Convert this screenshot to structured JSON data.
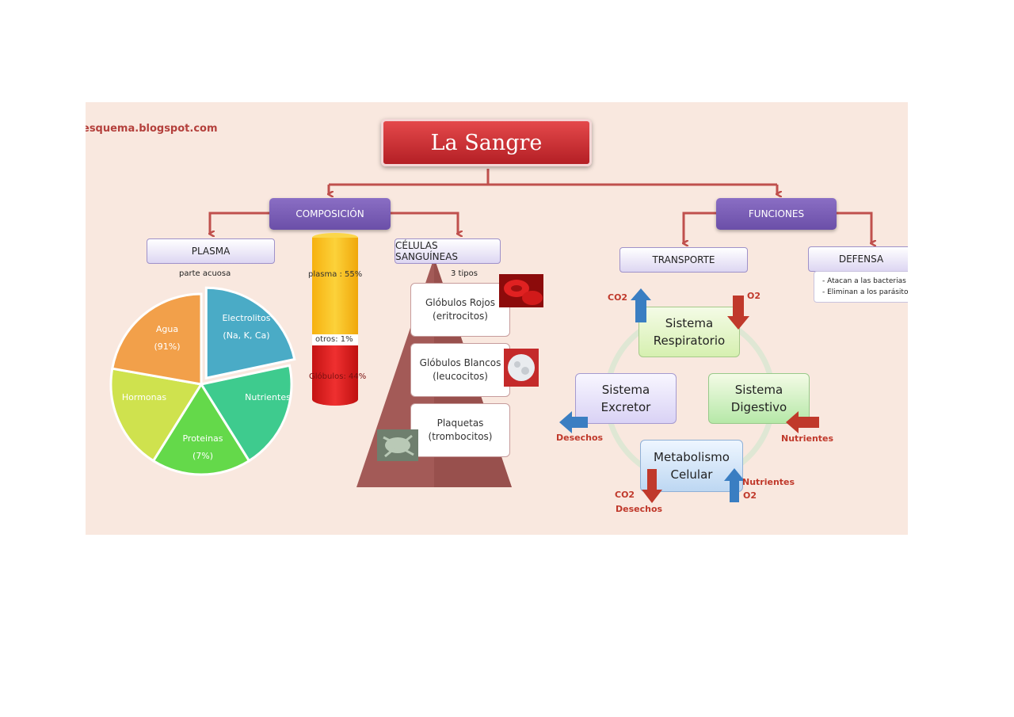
{
  "watermark": "esquema.blogspot.com",
  "title": "La Sangre",
  "composicion": {
    "label": "COMPOSICIÓN",
    "plasma": {
      "label": "PLASMA",
      "subtitle": "parte acuosa",
      "pie": [
        {
          "label": "Electrolitos",
          "sub": "(Na, K, Ca)",
          "color": "#4aabc6"
        },
        {
          "label": "Nutrientes",
          "sub": "",
          "color": "#3ecb8e"
        },
        {
          "label": "Proteinas",
          "sub": "(7%)",
          "color": "#64d94a"
        },
        {
          "label": "Hormonas",
          "sub": "",
          "color": "#cfe24e"
        },
        {
          "label": "Agua",
          "sub": "(91%)",
          "color": "#f2a04a"
        }
      ]
    },
    "bar": {
      "plasma": "plasma : 55%",
      "otros": "otros: 1%",
      "globulos": "Glóbulos: 44%",
      "colors": {
        "plasma": "#f7c21a",
        "otros": "#ffffff",
        "globulos": "#e02020"
      }
    },
    "celulas": {
      "label": "CÉLULAS SANGUÍNEAS",
      "subtitle": "3 tipos",
      "types": [
        {
          "line1": "Glóbulos Rojos",
          "line2": "(eritrocitos)",
          "icon": "red-blood-cell-icon"
        },
        {
          "line1": "Glóbulos Blancos",
          "line2": "(leucocitos)",
          "icon": "white-blood-cell-icon"
        },
        {
          "line1": "Plaquetas",
          "line2": "(trombocitos)",
          "icon": "platelet-icon"
        }
      ]
    }
  },
  "funciones": {
    "label": "FUNCIONES",
    "transporte": {
      "label": "TRANSPORTE",
      "systems": {
        "respiratorio": [
          "Sistema",
          "Respiratorio"
        ],
        "digestivo": [
          "Sistema",
          "Digestivo"
        ],
        "excretor": [
          "Sistema",
          "Excretor"
        ],
        "metabolismo": [
          "Metabolismo",
          "Celular"
        ]
      },
      "labels": {
        "co2_out": "CO2",
        "o2_in": "O2",
        "desechos": "Desechos",
        "nutrientes_in": "Nutrientes",
        "co2_bottom": "CO2",
        "desechos_bottom": "Desechos",
        "nutrientes_bottom": "Nutrientes",
        "o2_bottom": "O2"
      }
    },
    "defensa": {
      "label": "DEFENSA",
      "items": [
        "- Atacan a las bacterias",
        "- Eliminan a los parásitos"
      ]
    }
  },
  "colors": {
    "connector": "#c0504d",
    "up_arrow": "#3a7ec2",
    "down_arrow": "#c0392b"
  }
}
